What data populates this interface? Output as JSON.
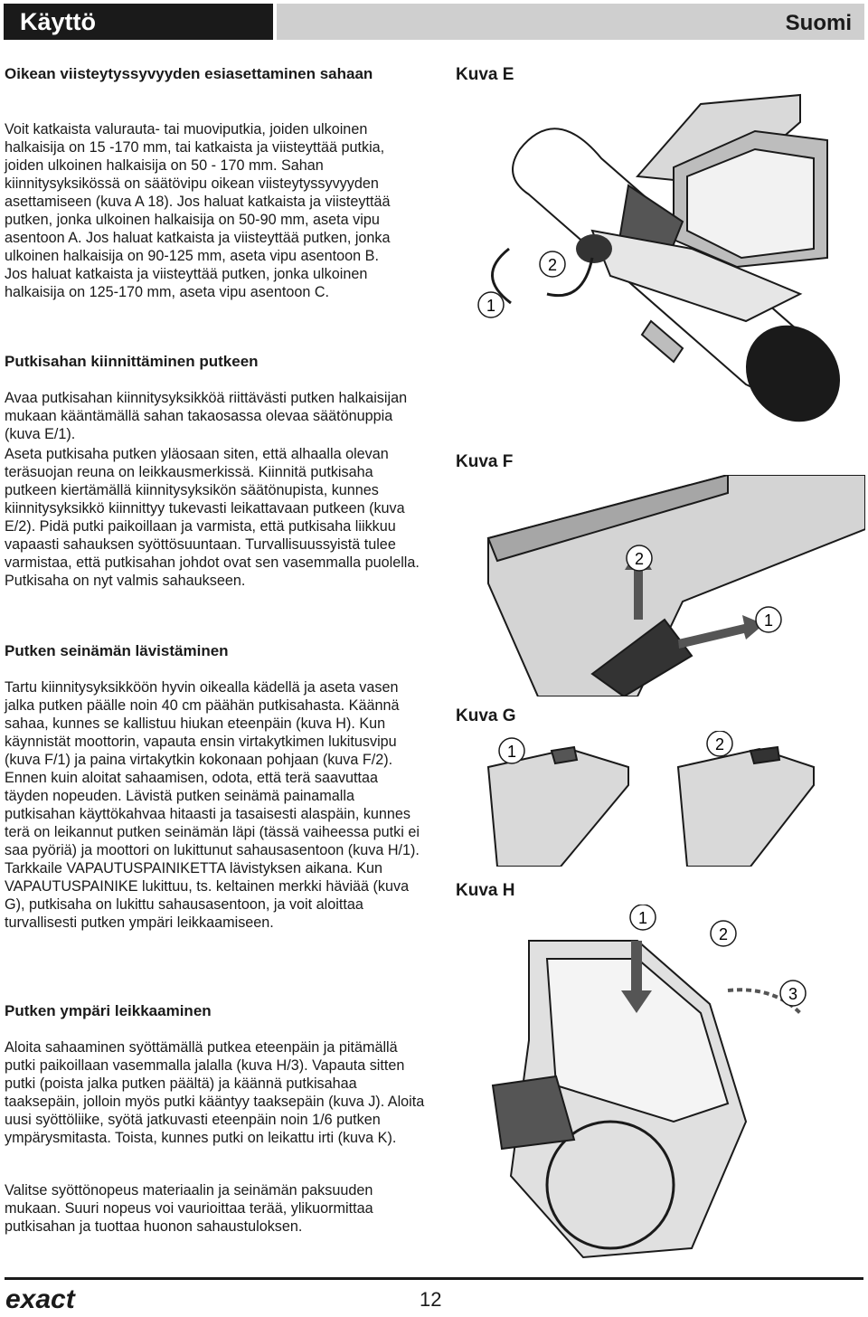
{
  "header": {
    "title": "Käyttö",
    "language": "Suomi"
  },
  "sections": [
    {
      "title": "Oikean viisteytyssyvyyden esiasettaminen sahaan",
      "paragraphs": [
        "Voit katkaista valurauta- tai muoviputkia, joiden ulkoinen halkaisija on 15 -170 mm, tai katkaista ja viisteyttää putkia, joiden ulkoinen halkaisija on 50 - 170 mm. Sahan kiinnitysyksikössä on säätövipu oikean viisteytyssyvyyden asettamiseen (kuva A 18). Jos haluat katkaista ja viisteyttää putken, jonka ulkoinen halkaisija on 50-90 mm, aseta vipu asentoon A. Jos haluat katkaista ja viisteyttää putken, jonka ulkoinen halkaisija on 90-125 mm, aseta vipu asentoon B. Jos haluat katkaista ja viisteyttää putken, jonka ulkoinen halkaisija on 125-170 mm, aseta vipu asentoon C."
      ]
    },
    {
      "title": "Putkisahan kiinnittäminen putkeen",
      "paragraphs": [
        "Avaa putkisahan kiinnitysyksikköä riittävästi putken halkaisijan mukaan kääntämällä sahan takaosassa olevaa säätönuppia (kuva E/1).",
        "Aseta putkisaha putken yläosaan siten, että alhaalla olevan teräsuojan reuna on leikkausmerkissä. Kiinnitä putkisaha putkeen kiertämällä kiinnitysyksikön säätönupista, kunnes kiinnitysyksikkö kiinnittyy tukevasti leikattavaan putkeen (kuva E/2). Pidä putki paikoillaan ja varmista, että putkisaha liikkuu vapaasti sahauksen syöttösuuntaan. Turvallisuussyistä tulee varmistaa, että putkisahan johdot ovat sen vasemmalla puolella. Putkisaha on nyt valmis sahaukseen."
      ]
    },
    {
      "title": "Putken seinämän lävistäminen",
      "paragraphs": [
        "Tartu kiinnitysyksikköön hyvin oikealla kädellä ja aseta vasen jalka putken päälle noin 40 cm päähän putkisahasta. Käännä sahaa, kunnes se kallistuu hiukan eteenpäin (kuva H). Kun käynnistät moottorin, vapauta ensin virtakytkimen lukitusvipu (kuva F/1) ja paina virtakytkin kokonaan pohjaan (kuva F/2). Ennen kuin aloitat sahaamisen, odota, että terä saavuttaa täyden nopeuden. Lävistä putken seinämä painamalla putkisahan käyttökahvaa hitaasti ja tasaisesti alaspäin, kunnes terä on leikannut putken seinämän läpi (tässä vaiheessa putki ei saa pyöriä) ja moottori on lukittunut sahausasentoon (kuva H/1). Tarkkaile VAPAUTUSPAINIKETTA lävistyksen aikana. Kun VAPAUTUSPAINIKE lukittuu, ts. keltainen merkki häviää (kuva G), putkisaha on lukittu sahausasentoon, ja voit aloittaa turvallisesti putken ympäri leikkaamiseen."
      ]
    },
    {
      "title": "Putken ympäri leikkaaminen",
      "paragraphs": [
        "Aloita sahaaminen syöttämällä putkea eteenpäin ja pitämällä putki paikoillaan vasemmalla jalalla (kuva H/3). Vapauta sitten putki (poista jalka putken päältä) ja käännä putkisahaa taaksepäin, jolloin myös putki kääntyy taaksepäin (kuva J). Aloita uusi syöttöliike, syötä jatkuvasti eteenpäin noin 1/6 putken ympärysmitasta. Toista, kunnes putki on leikattu irti (kuva K).",
        "Valitse syöttönopeus materiaalin ja seinämän paksuuden mukaan. Suuri nopeus voi vaurioittaa terää, ylikuormittaa putkisahan ja tuottaa huonon sahaustuloksen."
      ]
    }
  ],
  "figures": {
    "E": {
      "label": "Kuva E",
      "callouts": [
        "1",
        "2"
      ]
    },
    "F": {
      "label": "Kuva F",
      "callouts": [
        "1",
        "2"
      ]
    },
    "G": {
      "label": "Kuva G",
      "callouts": [
        "1",
        "2"
      ]
    },
    "H": {
      "label": "Kuva H",
      "callouts": [
        "1",
        "2",
        "3"
      ]
    }
  },
  "footer": {
    "logo": "exact",
    "page_number": "12"
  }
}
